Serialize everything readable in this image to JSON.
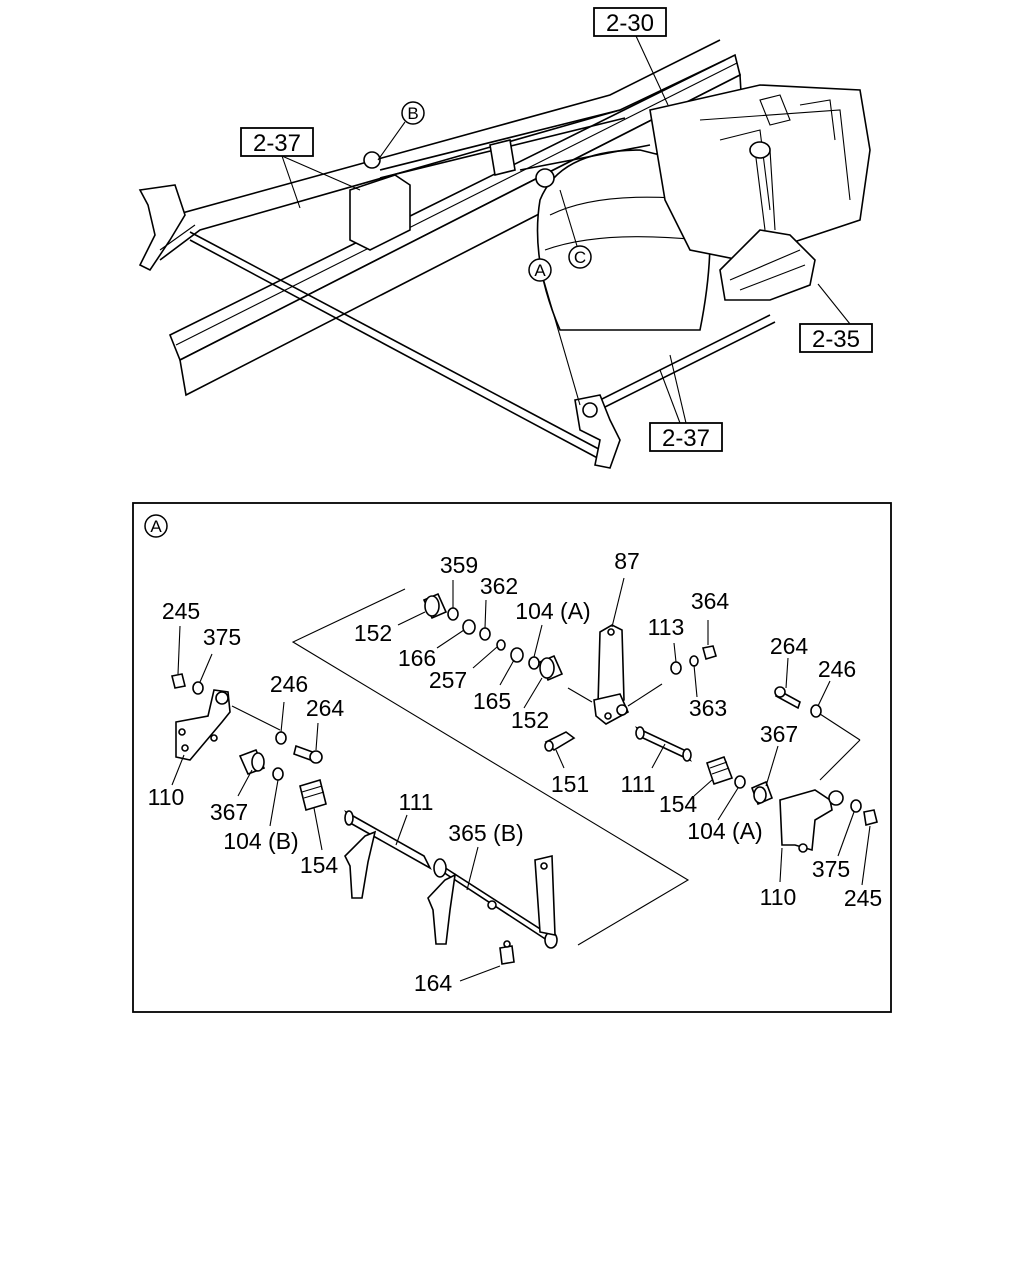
{
  "overview": {
    "ref_boxes": [
      "2-30",
      "2-37",
      "2-35",
      "2-37"
    ],
    "callouts": [
      "B",
      "C",
      "A"
    ]
  },
  "detail": {
    "view_label": "A",
    "parts": [
      "359",
      "362",
      "152",
      "166",
      "104 (A)",
      "257",
      "165",
      "152",
      "87",
      "113",
      "364",
      "363",
      "151",
      "111",
      "245",
      "375",
      "246",
      "264",
      "110",
      "367",
      "104 (B)",
      "154",
      "111",
      "365 (B)",
      "164",
      "264",
      "246",
      "367",
      "154",
      "104 (A)",
      "110",
      "375",
      "245"
    ]
  }
}
